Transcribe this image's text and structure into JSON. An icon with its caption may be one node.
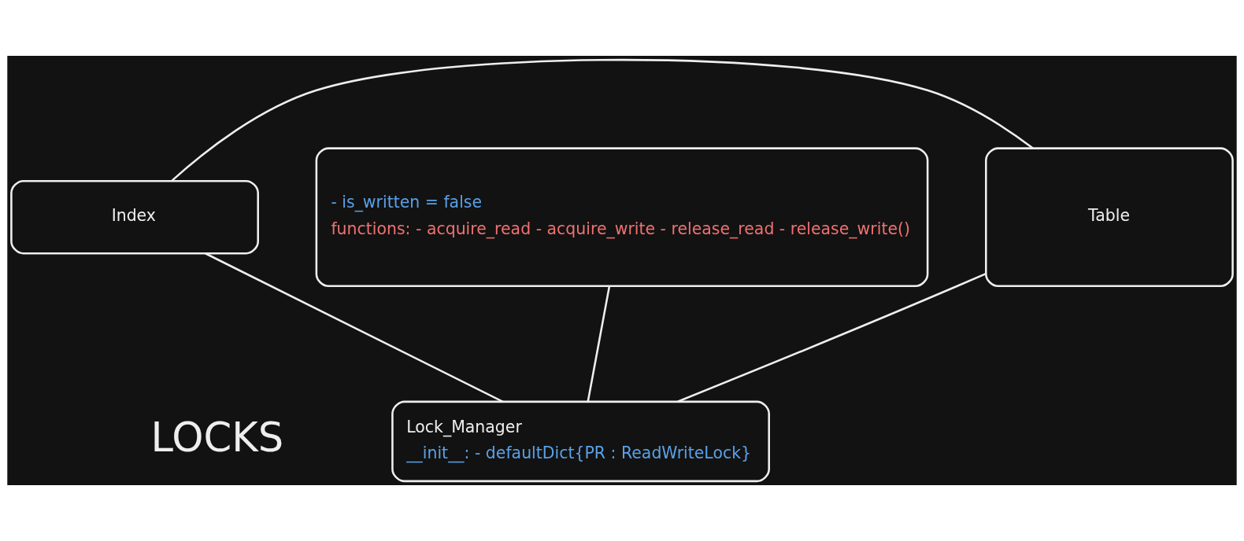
{
  "diagram": {
    "nodes": [
      {
        "text": [
          "Index"
        ]
      },
      {
        "text": [
          "Table"
        ]
      },
      {
        "text": [
          "- is_written = false",
          "functions: - acquire_read - acquire_write - release_read - release_write()"
        ]
      },
      {
        "text": [
          "Lock_Manager",
          "__init__: - defaultDict{PR : ReadWriteLock}"
        ]
      }
    ],
    "edges": [
      {
        "from": 0,
        "to": 1,
        "arrow": "none"
      },
      {
        "from": 0,
        "to": 3,
        "arrow": "none"
      },
      {
        "from": 1,
        "to": 3,
        "arrow": "none"
      },
      {
        "from": 2,
        "to": 3,
        "arrow": "none"
      }
    ],
    "labels": [
      "LOCKS"
    ]
  }
}
